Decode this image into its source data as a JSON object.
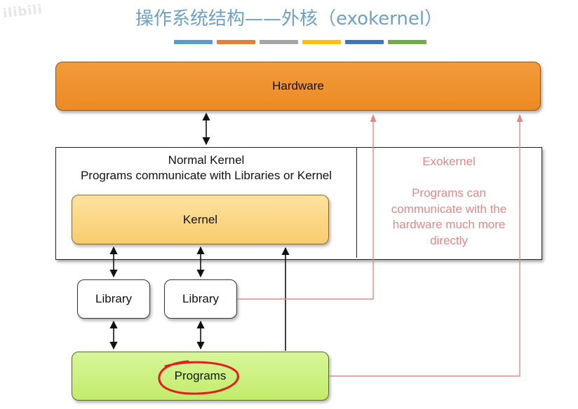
{
  "watermark": "ilibili",
  "title": "操作系统结构——外核（exokernel）",
  "stripe_colors": [
    "#5b9bd5",
    "#ed7d31",
    "#a5a5a5",
    "#ffc000",
    "#4472c4",
    "#70ad47"
  ],
  "diagram": {
    "hardware": "Hardware",
    "normal_kernel_line1": "Normal Kernel",
    "normal_kernel_line2": "Programs communicate with Libraries or Kernel",
    "kernel": "Kernel",
    "exokernel_title": "Exokernel",
    "exokernel_text": [
      "Programs can",
      "communicate with the",
      "hardware much more",
      "directly"
    ],
    "library_1": "Library",
    "library_2": "Library",
    "programs": "Programs"
  },
  "colors": {
    "hardware": "#ef9230",
    "kernel": "#fad680",
    "programs": "#cdf07f",
    "exo_text": "#e08888",
    "highlight_circle": "#e02020"
  }
}
